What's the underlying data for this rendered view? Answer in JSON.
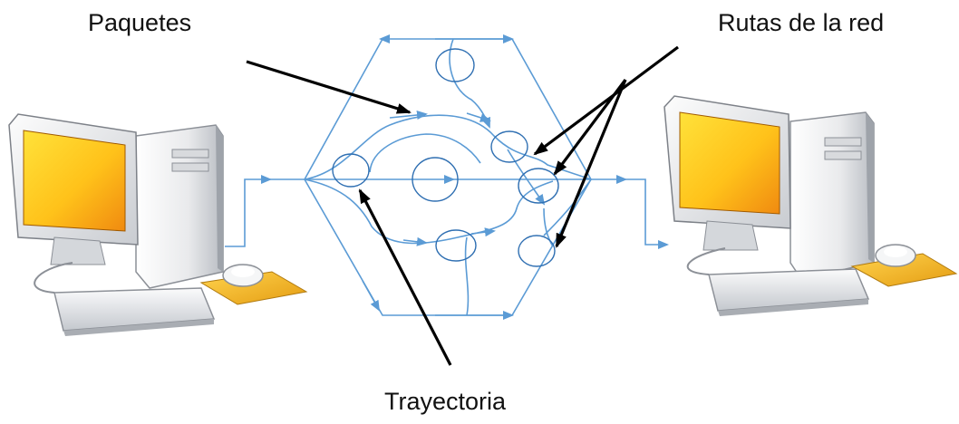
{
  "labels": {
    "packets": "Paquetes",
    "network_routes": "Rutas de la red",
    "trajectory": "Trayectoria"
  },
  "colors": {
    "route_line": "#5b9bd5",
    "pointer_arrow": "#000000",
    "screen_yellow": "#ffd21a",
    "screen_orange": "#f39a12",
    "mousepad": "#f2b733",
    "case_light": "#f1f2f4",
    "case_shadow": "#9ea3aa"
  },
  "icons": [
    "computer-left-icon",
    "computer-right-icon",
    "mouse-icon",
    "keyboard-icon"
  ]
}
